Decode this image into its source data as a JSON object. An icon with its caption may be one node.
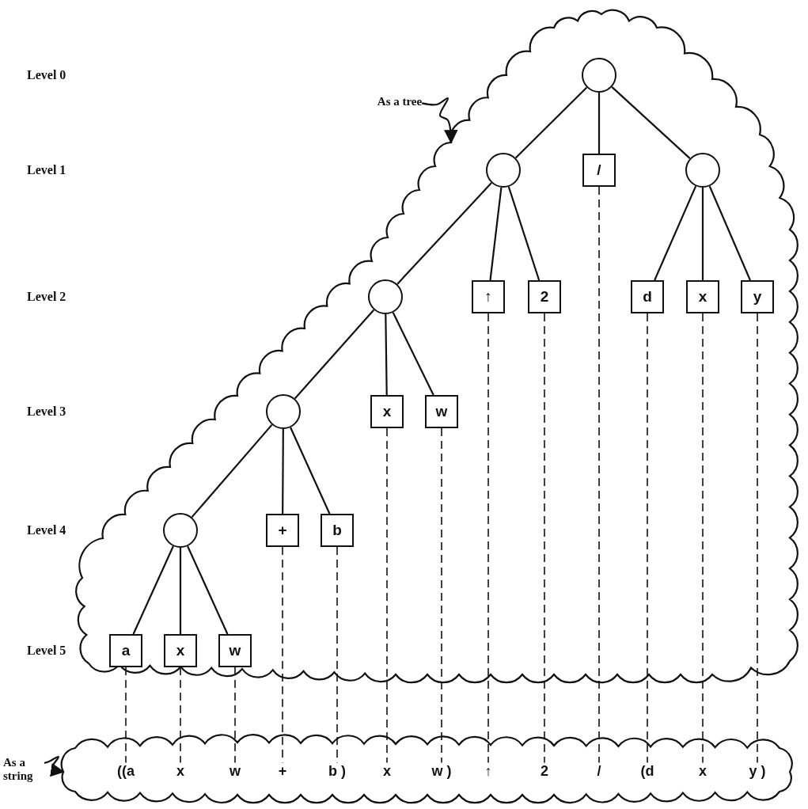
{
  "diagram": {
    "nodes": [
      {
        "text": [],
        "shape": "cloud"
      },
      {
        "text": [
          "As a tree"
        ]
      },
      {
        "text": [],
        "shape": "circle",
        "in": 0
      },
      {
        "text": [],
        "shape": "circle",
        "in": 0
      },
      {
        "text": [
          "/"
        ],
        "in": 0
      },
      {
        "text": [],
        "shape": "circle",
        "in": 0
      },
      {
        "text": [],
        "shape": "circle",
        "in": 0
      },
      {
        "text": [
          "↑"
        ],
        "in": 0
      },
      {
        "text": [
          "2"
        ],
        "in": 0
      },
      {
        "text": [
          "d"
        ],
        "in": 0
      },
      {
        "text": [
          "x"
        ],
        "in": 0
      },
      {
        "text": [
          "y"
        ],
        "in": 0
      },
      {
        "text": [],
        "shape": "circle",
        "in": 0
      },
      {
        "text": [
          "x"
        ],
        "in": 0
      },
      {
        "text": [
          "w"
        ],
        "in": 0
      },
      {
        "text": [],
        "shape": "circle",
        "in": 0
      },
      {
        "text": [
          "+"
        ],
        "in": 0
      },
      {
        "text": [
          "b"
        ],
        "in": 0
      },
      {
        "text": [
          "a"
        ],
        "in": 0
      },
      {
        "text": [
          "x"
        ],
        "in": 0
      },
      {
        "text": [
          "w"
        ],
        "in": 0
      },
      {
        "text": [],
        "shape": "cloud"
      },
      {
        "text": [
          "As a string"
        ]
      },
      {
        "text": [
          "((a"
        ],
        "in": 21
      },
      {
        "text": [
          "x"
        ],
        "in": 21
      },
      {
        "text": [
          "w"
        ],
        "in": 21
      },
      {
        "text": [
          "+"
        ],
        "in": 21
      },
      {
        "text": [
          "b )"
        ],
        "in": 21
      },
      {
        "text": [
          "x"
        ],
        "in": 21
      },
      {
        "text": [
          "w )"
        ],
        "in": 21
      },
      {
        "text": [
          "↑"
        ],
        "in": 21
      },
      {
        "text": [
          "2"
        ],
        "in": 21
      },
      {
        "text": [
          "/"
        ],
        "in": 21
      },
      {
        "text": [
          "(d"
        ],
        "in": 21
      },
      {
        "text": [
          "x"
        ],
        "in": 21
      },
      {
        "text": [
          "y )"
        ],
        "in": 21
      }
    ],
    "edges": [
      {
        "from": 2,
        "to": 3,
        "arrow": "none"
      },
      {
        "from": 2,
        "to": 4,
        "arrow": "none"
      },
      {
        "from": 2,
        "to": 5,
        "arrow": "none"
      },
      {
        "from": 3,
        "to": 6,
        "arrow": "none"
      },
      {
        "from": 3,
        "to": 7,
        "arrow": "none"
      },
      {
        "from": 3,
        "to": 8,
        "arrow": "none"
      },
      {
        "from": 5,
        "to": 9,
        "arrow": "none"
      },
      {
        "from": 5,
        "to": 10,
        "arrow": "none"
      },
      {
        "from": 5,
        "to": 11,
        "arrow": "none"
      },
      {
        "from": 6,
        "to": 12,
        "arrow": "none"
      },
      {
        "from": 6,
        "to": 13,
        "arrow": "none"
      },
      {
        "from": 6,
        "to": 14,
        "arrow": "none"
      },
      {
        "from": 12,
        "to": 15,
        "arrow": "none"
      },
      {
        "from": 12,
        "to": 16,
        "arrow": "none"
      },
      {
        "from": 12,
        "to": 17,
        "arrow": "none"
      },
      {
        "from": 15,
        "to": 18,
        "arrow": "none"
      },
      {
        "from": 15,
        "to": 19,
        "arrow": "none"
      },
      {
        "from": 15,
        "to": 20,
        "arrow": "none"
      },
      {
        "from": 18,
        "to": 23,
        "arrow": "none",
        "style": "dashed"
      },
      {
        "from": 19,
        "to": 24,
        "arrow": "none",
        "style": "dashed"
      },
      {
        "from": 20,
        "to": 25,
        "arrow": "none",
        "style": "dashed"
      },
      {
        "from": 16,
        "to": 26,
        "arrow": "none",
        "style": "dashed"
      },
      {
        "from": 17,
        "to": 27,
        "arrow": "none",
        "style": "dashed"
      },
      {
        "from": 13,
        "to": 28,
        "arrow": "none",
        "style": "dashed"
      },
      {
        "from": 14,
        "to": 29,
        "arrow": "none",
        "style": "dashed"
      },
      {
        "from": 7,
        "to": 30,
        "arrow": "none",
        "style": "dashed"
      },
      {
        "from": 8,
        "to": 31,
        "arrow": "none",
        "style": "dashed"
      },
      {
        "from": 4,
        "to": 32,
        "arrow": "none",
        "style": "dashed"
      },
      {
        "from": 9,
        "to": 33,
        "arrow": "none",
        "style": "dashed"
      },
      {
        "from": 10,
        "to": 34,
        "arrow": "none",
        "style": "dashed"
      },
      {
        "from": 11,
        "to": 35,
        "arrow": "none",
        "style": "dashed"
      },
      {
        "from": 1,
        "to": 0,
        "arrow": "to"
      },
      {
        "from": 22,
        "to": 21,
        "arrow": "to"
      }
    ],
    "labels": [
      "Level 0",
      "Level 1",
      "Level 2",
      "Level 3",
      "Level 4",
      "Level 5"
    ]
  }
}
